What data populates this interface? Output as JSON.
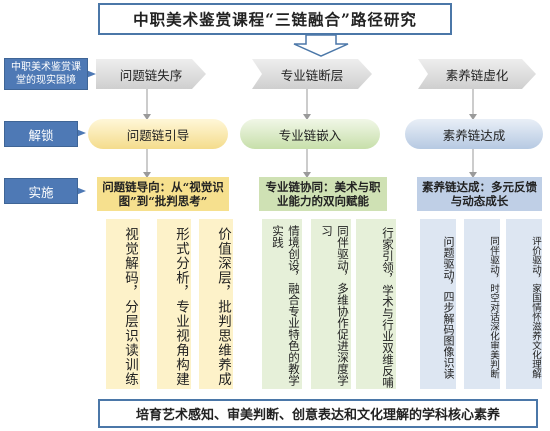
{
  "title": "中职美术鉴赏课程“三链融合”路径研究",
  "rows": {
    "dilemma": {
      "label": "中职美术鉴赏课堂的现实困境",
      "items": [
        "问题链失序",
        "专业链断层",
        "素养链虚化"
      ]
    },
    "unlock": {
      "label": "解锁",
      "items": [
        "问题链引导",
        "专业链嵌入",
        "素养链达成"
      ]
    },
    "implement": {
      "label": "实施",
      "sections": [
        {
          "heading": "问题链导向：从“视觉识图”到“批判思考”",
          "columns": [
            "视觉解码，分层识读训练",
            "形式分析，专业视角构建",
            "价值深层，批判思维养成"
          ]
        },
        {
          "heading": "专业链协同：美术与职业能力的双向赋能",
          "columns": [
            "情境创设，融合专业特色的教学实践",
            "同伴驱动，多维协作促进深度学习",
            "行家引领，学术与行业双维反哺"
          ]
        },
        {
          "heading": "素养链达成：多元反馈与动态成长",
          "columns": [
            "问题驱动，四步解码图像识读",
            "同伴驱动，时空对话深化审美判断",
            "评价驱动，家国情怀滋养文化理解"
          ]
        }
      ]
    }
  },
  "bottom": "培育艺术感知、审美判断、创意表达和文化理解的学科核心素养",
  "colors": {
    "primary_blue": "#4e79b5",
    "yellow": "#fdf2c9",
    "green": "#e6f0d9",
    "light_blue": "#dde6f2",
    "grey": "#d9d9d9"
  }
}
